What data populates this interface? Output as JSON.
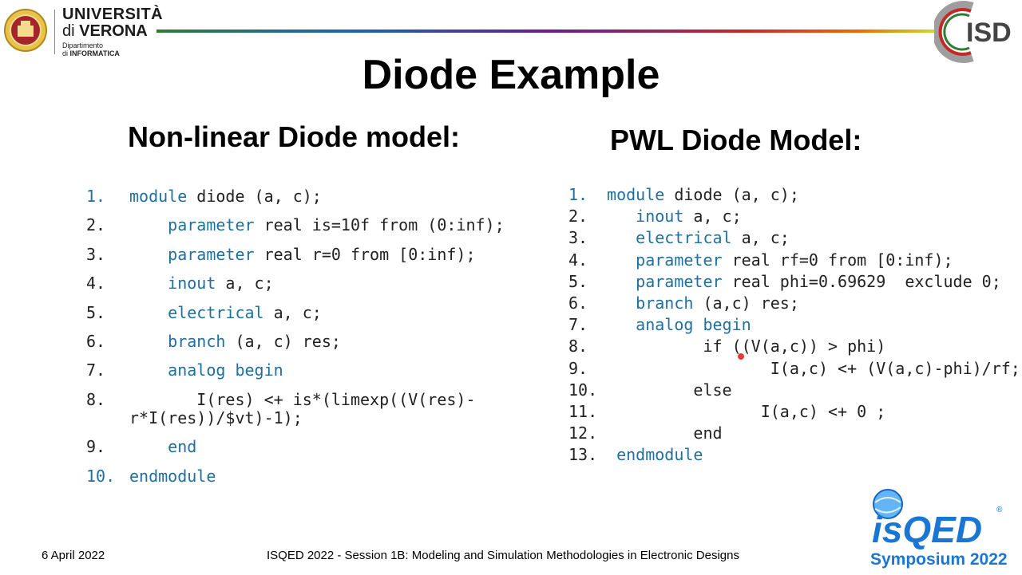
{
  "header": {
    "univr_line1": "UNIVERSITÀ",
    "univr_line2_prefix": "di",
    "univr_line2_bold": "VERONA",
    "univr_sub1": "Dipartimento",
    "univr_sub2_prefix": "di",
    "univr_sub2_bold": "INFORMATICA",
    "isd_text": "ISD"
  },
  "slide": {
    "title": "Diode Example",
    "left_heading": "Non-linear Diode model:",
    "right_heading": "PWL Diode Model:"
  },
  "left_code": [
    {
      "num": "1.",
      "kw": "module",
      "rest": " diode (a, c);",
      "indent": 0,
      "num_blue": true
    },
    {
      "num": "2.",
      "kw": "parameter",
      "rest": " real is=10f from (0:inf);",
      "indent": 1
    },
    {
      "num": "3.",
      "kw": "parameter",
      "rest": " real r=0 from [0:inf);",
      "indent": 1
    },
    {
      "num": "4.",
      "kw": "inout",
      "rest": " a, c;",
      "indent": 1
    },
    {
      "num": "5.",
      "kw": "electrical",
      "rest": " a, c;",
      "indent": 1
    },
    {
      "num": "6.",
      "kw": "branch",
      "rest": " (a, c) res;",
      "indent": 1
    },
    {
      "num": "7.",
      "kw": "analog begin",
      "rest": "",
      "indent": 1
    },
    {
      "num": "8.",
      "kw": "",
      "rest": "I(res) <+ is*(limexp((V(res)-",
      "indent": 2,
      "cont": "r*I(res))/$vt)-1);"
    },
    {
      "num": "9.",
      "kw": "end",
      "rest": "",
      "indent": 1
    },
    {
      "num": "10.",
      "kw": "endmodule",
      "rest": "",
      "indent": 0,
      "num_blue": true
    }
  ],
  "right_code": [
    {
      "num": "1.",
      "pre": " ",
      "kw": "module",
      "rest": " diode (a, c);",
      "num_blue": true
    },
    {
      "num": "2.",
      "pre": "    ",
      "kw": "inout",
      "rest": " a, c;"
    },
    {
      "num": "3.",
      "pre": "    ",
      "kw": "electrical",
      "rest": " a, c;"
    },
    {
      "num": "4.",
      "pre": "    ",
      "kw": "parameter",
      "rest": " real rf=0 from [0:inf);"
    },
    {
      "num": "5.",
      "pre": "    ",
      "kw": "parameter",
      "rest": " real phi=0.69629  exclude 0;"
    },
    {
      "num": "6.",
      "pre": "    ",
      "kw": "branch",
      "rest": " (a,c) res;"
    },
    {
      "num": "7.",
      "pre": "    ",
      "kw": "analog begin",
      "rest": ""
    },
    {
      "num": "8.",
      "pre": "           ",
      "kw": "",
      "rest": "if ((V(a,c)) > phi)"
    },
    {
      "num": "9.",
      "pre": "                  ",
      "kw": "",
      "rest": "I(a,c) <+ (V(a,c)-phi)/rf;"
    },
    {
      "num": "10.",
      "pre": "          ",
      "kw": "",
      "rest": "else"
    },
    {
      "num": "11.",
      "pre": "                 ",
      "kw": "",
      "rest": "I(a,c) <+ 0 ;"
    },
    {
      "num": "12.",
      "pre": "          ",
      "kw": "",
      "rest": "end"
    },
    {
      "num": "13.",
      "pre": "  ",
      "kw": "endmodule",
      "rest": ""
    }
  ],
  "footer": {
    "date": "6 April 2022",
    "session": "ISQED 2022 - Session 1B: Modeling and Simulation Methodologies in Electronic Designs"
  },
  "isqed_logo": {
    "name": "isQED",
    "reg": "®",
    "tagline": "Symposium 2022"
  },
  "colors": {
    "keyword": "#1f6f9f",
    "isqed_blue": "#1976d2"
  }
}
